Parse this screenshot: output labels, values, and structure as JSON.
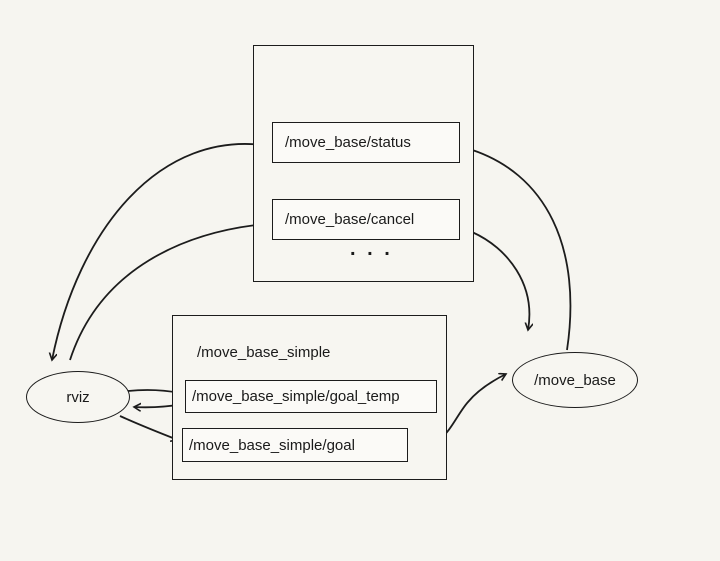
{
  "diagram": {
    "top_box": {
      "topics": [
        {
          "label": "/move_base/status"
        },
        {
          "label": "/move_base/cancel"
        }
      ],
      "ellipsis": ". . ."
    },
    "simple_box": {
      "title": "/move_base_simple",
      "topics": [
        {
          "label": "/move_base_simple/goal_temp"
        },
        {
          "label": "/move_base_simple/goal"
        }
      ]
    },
    "nodes": {
      "left": {
        "label": "rviz"
      },
      "right": {
        "label": "/move_base"
      }
    },
    "colors": {
      "background": "#f6f5f0",
      "ink": "#1c1c1c"
    }
  }
}
